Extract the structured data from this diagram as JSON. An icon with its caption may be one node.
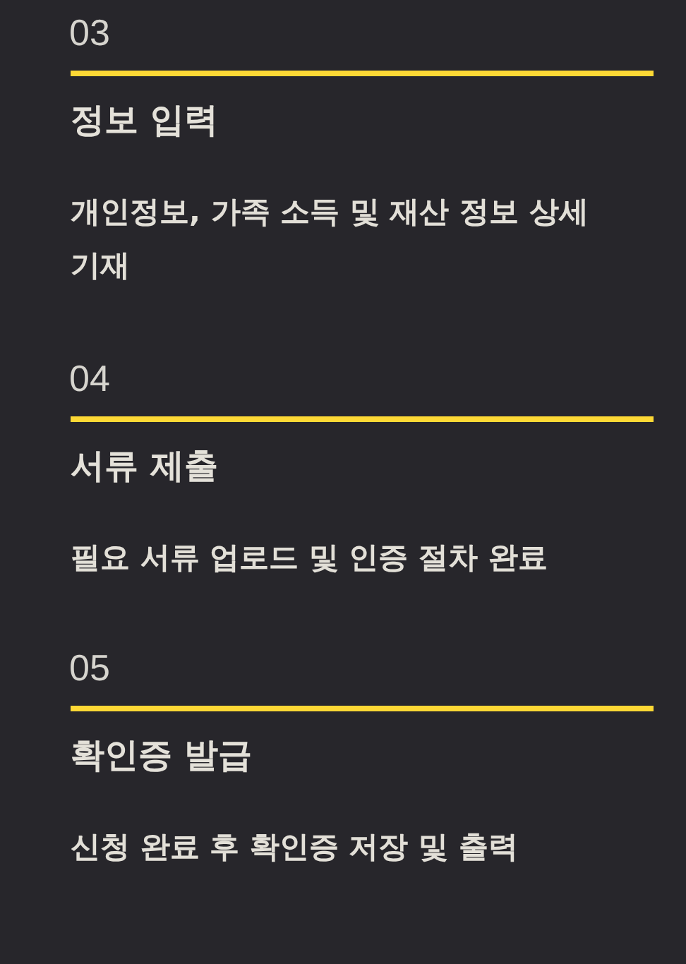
{
  "diagram": {
    "nodes": [
      {
        "text": [
          "03",
          "정보 입력",
          "개인정보, 가족 소득 및 재산 정보 상세 기재"
        ]
      },
      {
        "text": [
          "04",
          "서류 제출",
          "필요 서류 업로드 및 인증 절차 완료"
        ]
      },
      {
        "text": [
          "05",
          "확인증 발급",
          "신청 완료 후 확인증 저장 및 출력"
        ]
      }
    ]
  }
}
